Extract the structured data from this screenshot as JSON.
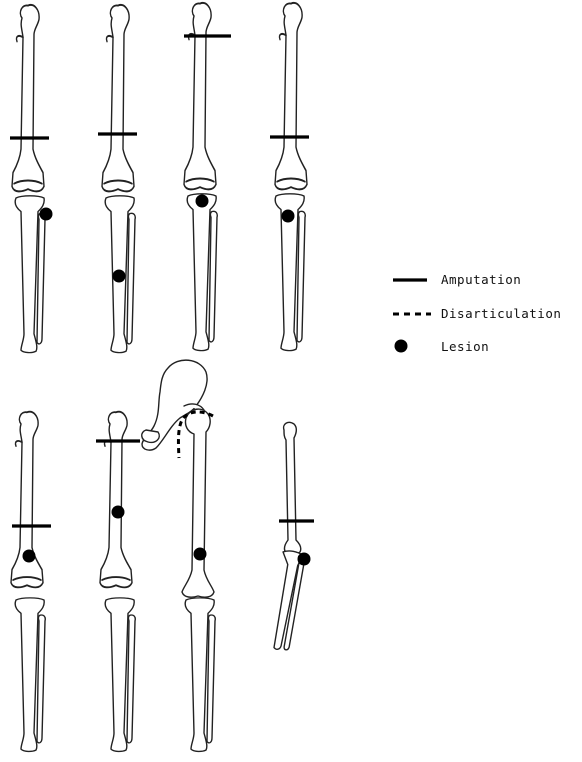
{
  "legend": {
    "amputation": "Amputation",
    "disarticulation": "Disarticulation",
    "lesion": "Lesion"
  },
  "colors": {
    "ink": "#000000",
    "bone_outline": "#222222",
    "background": "#ffffff"
  }
}
